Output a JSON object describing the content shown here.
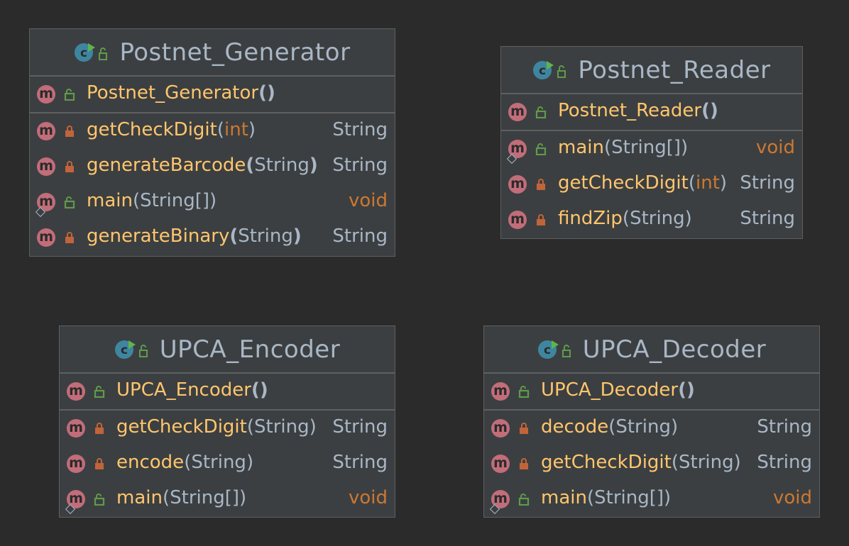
{
  "classes": {
    "postnet_generator": {
      "name": "Postnet_Generator",
      "ctor": "Postnet_Generator",
      "methods": [
        {
          "name": "getCheckDigit",
          "param": "int",
          "param_kw": true,
          "ret": "String"
        },
        {
          "name": "generateBarcode",
          "param": "String",
          "ret": "String"
        },
        {
          "name": "main",
          "param": "String[]",
          "ret": "void"
        },
        {
          "name": "generateBinary",
          "param": "String",
          "ret": "String"
        }
      ]
    },
    "postnet_reader": {
      "name": "Postnet_Reader",
      "ctor": "Postnet_Reader",
      "methods": [
        {
          "name": "main",
          "param": "String[]",
          "ret": "void"
        },
        {
          "name": "getCheckDigit",
          "param": "int",
          "param_kw": true,
          "ret": "String"
        },
        {
          "name": "findZip",
          "param": "String",
          "ret": "String"
        }
      ]
    },
    "upca_encoder": {
      "name": "UPCA_Encoder",
      "ctor": "UPCA_Encoder",
      "methods": [
        {
          "name": "getCheckDigit",
          "param": "String",
          "ret": "String"
        },
        {
          "name": "encode",
          "param": "String",
          "ret": "String"
        },
        {
          "name": "main",
          "param": "String[]",
          "ret": "void"
        }
      ]
    },
    "upca_decoder": {
      "name": "UPCA_Decoder",
      "ctor": "UPCA_Decoder",
      "methods": [
        {
          "name": "decode",
          "param": "String",
          "ret": "String"
        },
        {
          "name": "getCheckDigit",
          "param": "String",
          "ret": "String"
        },
        {
          "name": "main",
          "param": "String[]",
          "ret": "void"
        }
      ]
    }
  },
  "icons": {
    "class_icon_letter": "c",
    "method_icon_letter": "m",
    "colors": {
      "class": "#3e86a0",
      "method": "#c26d7a",
      "public": "#5f9b4a",
      "private": "#c1643a"
    }
  }
}
